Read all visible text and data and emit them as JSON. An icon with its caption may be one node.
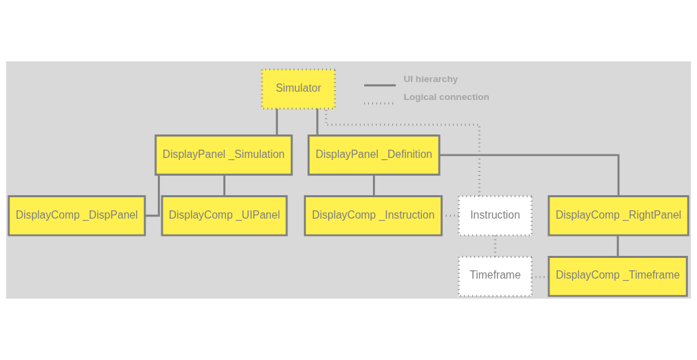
{
  "diagram": {
    "nodes": [
      {
        "text": [
          "Simulator"
        ]
      },
      {
        "text": [
          "DisplayPanel _Definition"
        ]
      },
      {
        "text": [
          "DisplayPanel _Simulation"
        ]
      },
      {
        "text": [
          "Instruction"
        ]
      },
      {
        "text": [
          "DisplayComp _Instruction"
        ]
      },
      {
        "text": [
          "DisplayComp _RightPanel"
        ]
      },
      {
        "text": [
          "DisplayComp _DispPanel"
        ]
      },
      {
        "text": [
          "DisplayComp _UIPanel"
        ]
      },
      {
        "text": [
          "Timeframe"
        ]
      },
      {
        "text": [
          "DisplayComp _Timeframe"
        ]
      }
    ],
    "edges": [
      {
        "from": 0,
        "to": 1,
        "arrow": "none"
      },
      {
        "from": 0,
        "to": 2,
        "arrow": "none"
      },
      {
        "from": 1,
        "to": 4,
        "arrow": "none"
      },
      {
        "from": 1,
        "to": 5,
        "arrow": "none"
      },
      {
        "from": 2,
        "to": 6,
        "arrow": "none"
      },
      {
        "from": 2,
        "to": 7,
        "arrow": "none"
      },
      {
        "from": 5,
        "to": 9,
        "arrow": "none"
      },
      {
        "from": 3,
        "to": 0,
        "arrow": "none",
        "style": "dashed"
      },
      {
        "from": 3,
        "to": 4,
        "arrow": "none",
        "style": "dashed"
      },
      {
        "from": 3,
        "to": 8,
        "arrow": "none",
        "style": "dashed"
      },
      {
        "from": 8,
        "to": 9,
        "arrow": "none",
        "style": "dashed"
      }
    ],
    "legend": [
      {
        "text": "UI hierarchy"
      },
      {
        "text": "Logical connection"
      }
    ]
  }
}
